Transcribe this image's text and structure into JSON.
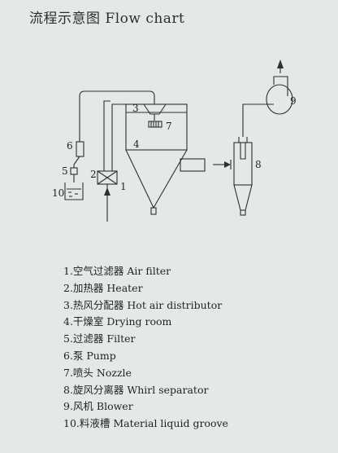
{
  "title": "流程示意图 Flow chart",
  "diagram_labels": {
    "n1": "1",
    "n2": "2",
    "n3": "3",
    "n4": "4",
    "n5": "5",
    "n6": "6",
    "n7": "7",
    "n8": "8",
    "n9": "9",
    "n10": "10"
  },
  "legend": [
    "1.空气过滤器 Air filter",
    "2.加热器 Heater",
    "3.热风分配器 Hot air distributor",
    "4.干燥室 Drying room",
    "5.过滤器 Filter",
    "6.泵 Pump",
    "7.喷头 Nozzle",
    "8.旋风分离器 Whirl separator",
    "9.风机 Blower",
    "10.料液槽 Material liquid groove"
  ]
}
